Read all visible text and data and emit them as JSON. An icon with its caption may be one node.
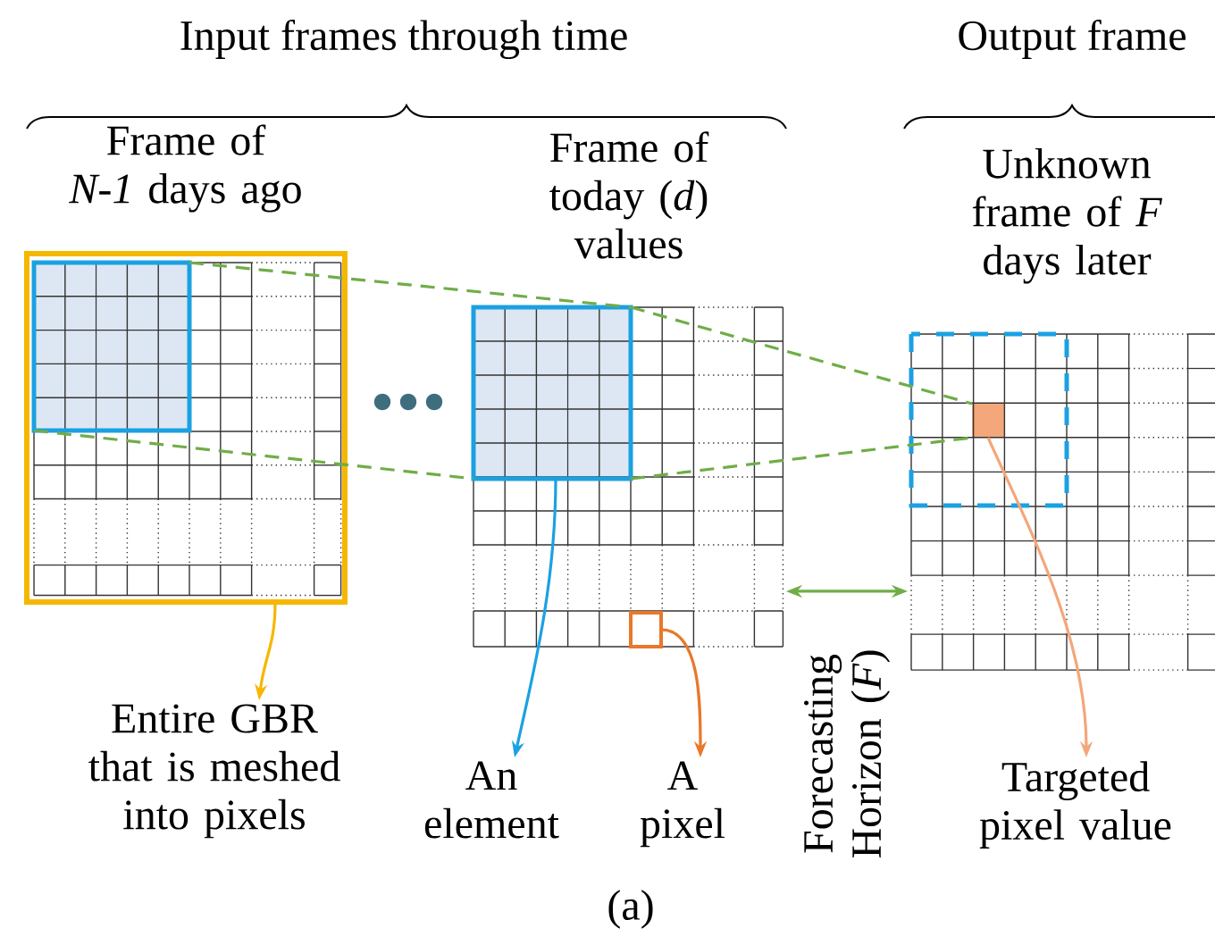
{
  "diagram": {
    "caption": "(a)",
    "nodes": [
      {
        "text": [
          "Frame of *N-1* days ago"
        ]
      },
      {
        "text": [
          "Frame of today (*d*) values"
        ]
      },
      {
        "text": [
          "Unknown frame of *F* days later"
        ]
      },
      {
        "text": [],
        "shape": "box",
        "in": 0
      },
      {
        "text": [],
        "shape": "box",
        "in": 1
      },
      {
        "text": [],
        "shape": "box",
        "in": 1
      },
      {
        "text": [],
        "shape": "box",
        "in": 2
      },
      {
        "text": [
          "Entire GBR that is meshed into pixels"
        ]
      },
      {
        "text": [
          "An element"
        ]
      },
      {
        "text": [
          "A pixel"
        ]
      },
      {
        "text": [
          "Targeted pixel value"
        ]
      }
    ],
    "edges": [
      {
        "from": 0,
        "to": 7,
        "arrow": "to",
        "color": "#f5b700"
      },
      {
        "from": 4,
        "to": 8,
        "arrow": "to",
        "color": "#1ba1e2"
      },
      {
        "from": 5,
        "to": 9,
        "arrow": "to",
        "color": "#e8782a"
      },
      {
        "from": 6,
        "to": 10,
        "arrow": "to",
        "color": "#f3a77a"
      },
      {
        "from": 3,
        "to": 4,
        "arrow": "none",
        "style": "dashed",
        "color": "#70ad47"
      },
      {
        "from": 3,
        "to": 4,
        "arrow": "none",
        "style": "dashed",
        "color": "#70ad47"
      },
      {
        "from": 4,
        "to": 6,
        "arrow": "none",
        "style": "dashed",
        "color": "#70ad47"
      },
      {
        "from": 4,
        "to": 6,
        "arrow": "none",
        "style": "dashed",
        "color": "#70ad47"
      },
      {
        "from": 1,
        "to": 2,
        "arrow": "both",
        "color": "#70ad47",
        "label": "Forecasting Horizon (*F*)"
      }
    ],
    "labels": [
      "Input frames through time",
      "Output frame"
    ]
  }
}
